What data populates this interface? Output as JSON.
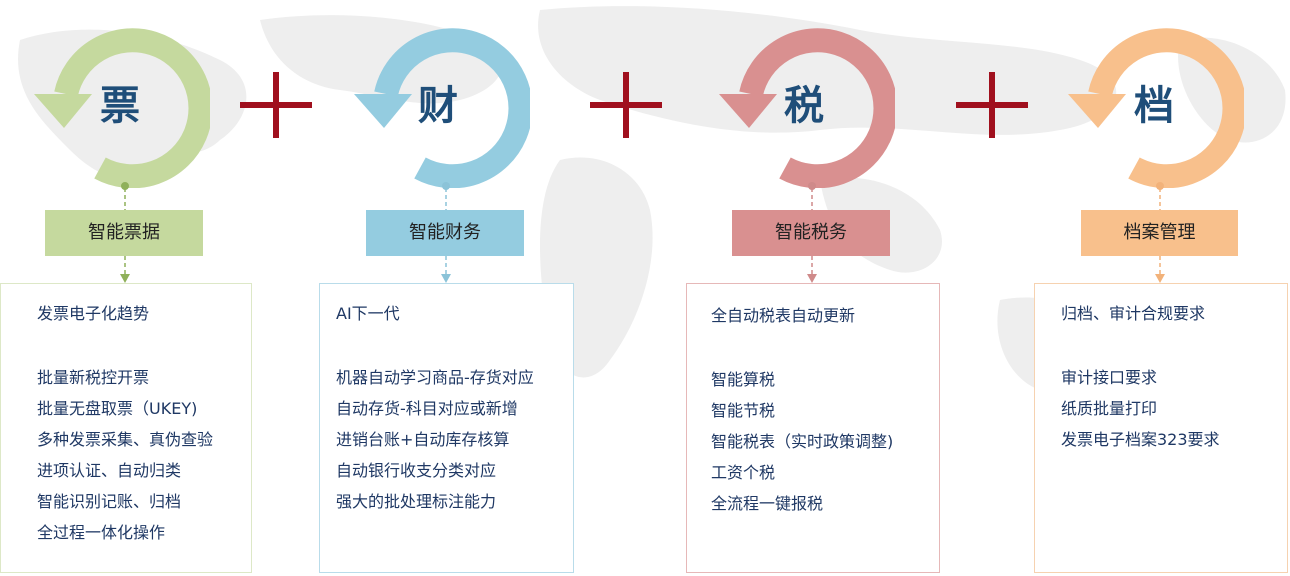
{
  "columns": [
    {
      "char": "票",
      "label": "智能票据",
      "color": "#c5d99e",
      "connector_color": "#8fb05a",
      "items": [
        "发票电子化趋势",
        "",
        "批量新税控开票",
        "批量无盘取票（UKEY)",
        "多种发票采集、真伪查验",
        "进项认证、自动归类",
        "智能识别记账、归档",
        "全过程一体化操作"
      ]
    },
    {
      "char": "财",
      "label": "智能财务",
      "color": "#94cce0",
      "connector_color": "#8bc3d8",
      "items": [
        "AI下一代",
        "",
        "机器自动学习商品-存货对应",
        "自动存货-科目对应或新增",
        "进销台账+自动库存核算",
        "自动银行收支分类对应",
        "强大的批处理标注能力"
      ]
    },
    {
      "char": "税",
      "label": "智能税务",
      "color": "#d99090",
      "connector_color": "#cf8a8a",
      "items": [
        "全自动税表自动更新",
        "",
        "智能算税",
        "智能节税",
        "智能税表（实时政策调整)",
        "工资个税",
        "全流程一键报税"
      ]
    },
    {
      "char": "档",
      "label": "档案管理",
      "color": "#f8c08c",
      "connector_color": "#f2b27a",
      "items": [
        "归档、审计合规要求",
        "",
        "审计接口要求",
        "纸质批量打印",
        "发票电子档案323要求"
      ]
    }
  ],
  "plus_color": "#a0101e"
}
